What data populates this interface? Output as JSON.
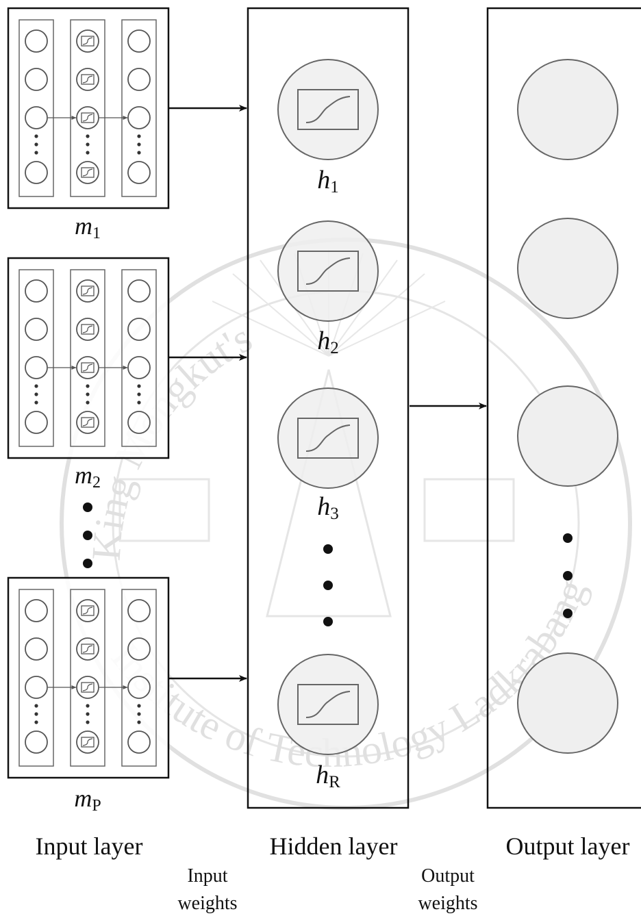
{
  "watermark": {
    "text_top": "King Mongkut's",
    "text_bottom": "Institute of Technology Ladkrabang",
    "color": "#c8c8c8"
  },
  "modules": [
    {
      "var": "m",
      "sub": "1"
    },
    {
      "var": "m",
      "sub": "2"
    },
    {
      "var": "m",
      "sub": "P"
    }
  ],
  "hidden_nodes": [
    {
      "var": "h",
      "sub": "1"
    },
    {
      "var": "h",
      "sub": "2"
    },
    {
      "var": "h",
      "sub": "3"
    },
    {
      "var": "h",
      "sub": "R"
    }
  ],
  "layer_labels": {
    "input": "Input layer",
    "hidden": "Hidden layer",
    "output": "Output layer"
  },
  "weight_labels": {
    "input_line1": "Input",
    "input_line2": "weights",
    "output_line1": "Output",
    "output_line2": "weights"
  },
  "colors": {
    "stroke": "#111111",
    "node_fill": "#efefef",
    "node_stroke": "#666666",
    "small_node_stroke": "#555555"
  }
}
